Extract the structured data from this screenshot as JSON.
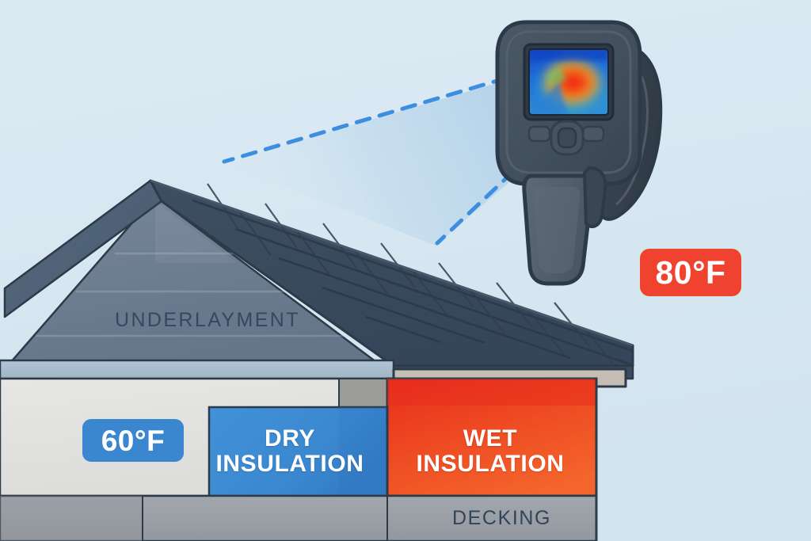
{
  "illustration": {
    "title": "Thermal imaging roof moisture inspection cutaway",
    "background_color": "#d6e7f0"
  },
  "badges": {
    "hot": {
      "value": "80°F",
      "color": "#ef4330",
      "text_color": "#ffffff"
    },
    "cold": {
      "value": "60°F",
      "color": "#3a86cf",
      "text_color": "#ffffff"
    }
  },
  "roof": {
    "underlayment_label": "UNDERLAYMENT",
    "underlayment_color": "#6f7f92",
    "shingle_color": "#3a4b5c",
    "fascia_color": "#c2bcb2",
    "soffit_color": "#a8bccd"
  },
  "cutaway": {
    "decking_label": "DECKING",
    "decking_color": "#9ba0a6",
    "wall_color": "#e3e3e1",
    "layers": [
      {
        "name": "dry-insulation",
        "label_line1": "DRY",
        "label_line2": "INSULATION",
        "color": "#3a86cf",
        "state": "dry"
      },
      {
        "name": "wet-insulation",
        "label_line1": "WET",
        "label_line2": "INSULATION",
        "color": "#ef4a28",
        "state": "wet"
      }
    ]
  },
  "camera": {
    "device": "thermal-imaging-camera",
    "body_color": "#414e5c",
    "grip_color": "#55616e",
    "screen": {
      "type": "thermal-heatmap",
      "cold_color": "#1f5fd0",
      "mid_color": "#33c0b4",
      "warm_color": "#f5a623",
      "hot_color": "#e8401f"
    },
    "beam": {
      "line_color": "#3d8ee0",
      "cone_color": "#b9d4ea",
      "style": "dashed"
    }
  }
}
